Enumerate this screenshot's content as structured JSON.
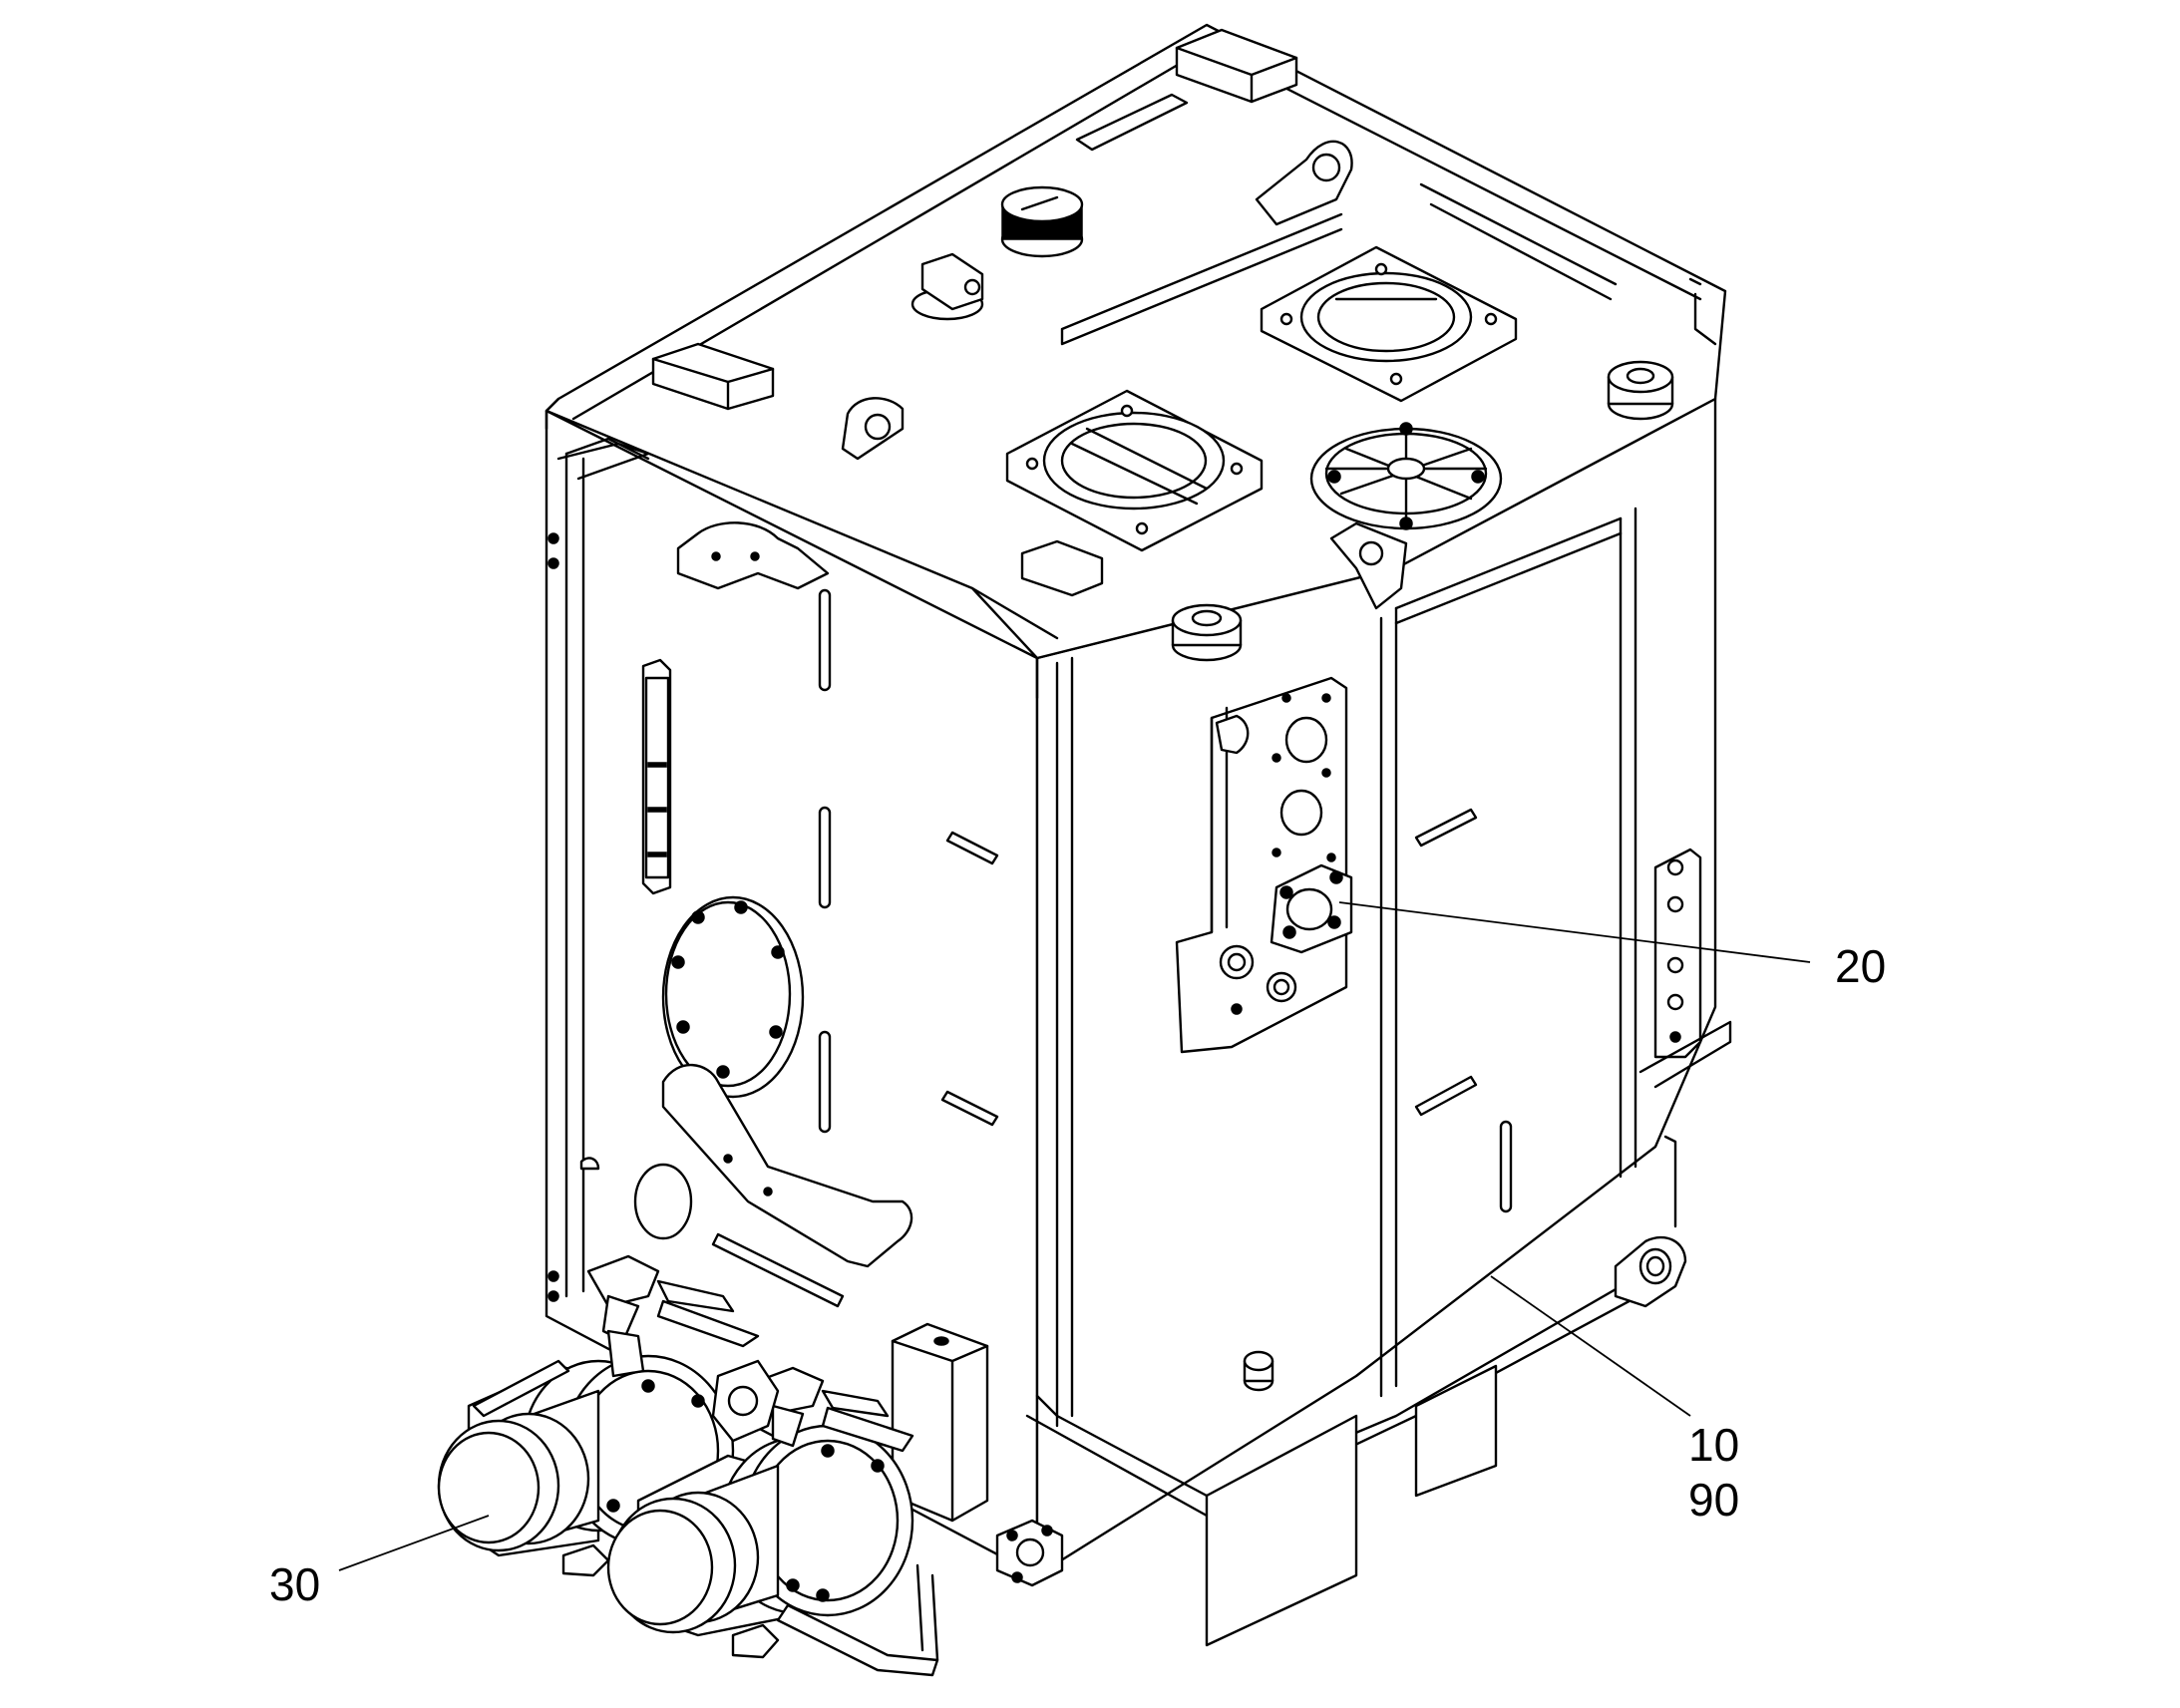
{
  "callouts": [
    {
      "id": "20",
      "label": "20"
    },
    {
      "id": "10",
      "label": "10"
    },
    {
      "id": "90",
      "label": "90"
    },
    {
      "id": "30",
      "label": "30"
    }
  ]
}
